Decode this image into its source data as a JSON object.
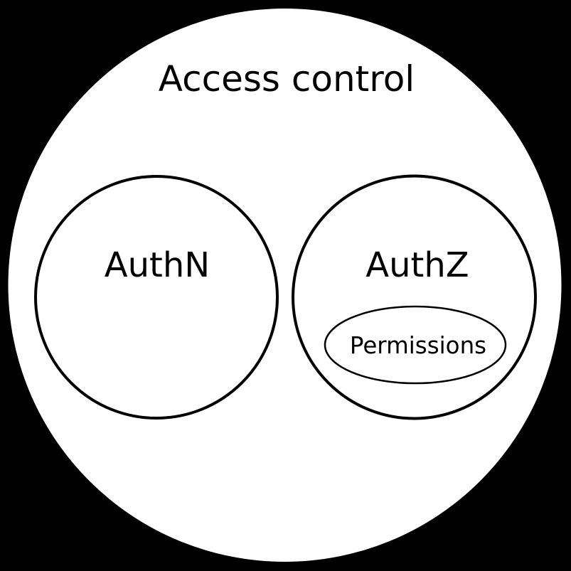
{
  "diagram": {
    "type": "euler",
    "title": "Access control",
    "colors": {
      "background": "#000000",
      "fill": "#ffffff",
      "stroke": "#000000",
      "text": "#000000"
    },
    "sets": [
      {
        "label": "AuthN",
        "children": []
      },
      {
        "label": "AuthZ",
        "children": [
          {
            "label": "Permissions"
          }
        ]
      }
    ]
  }
}
